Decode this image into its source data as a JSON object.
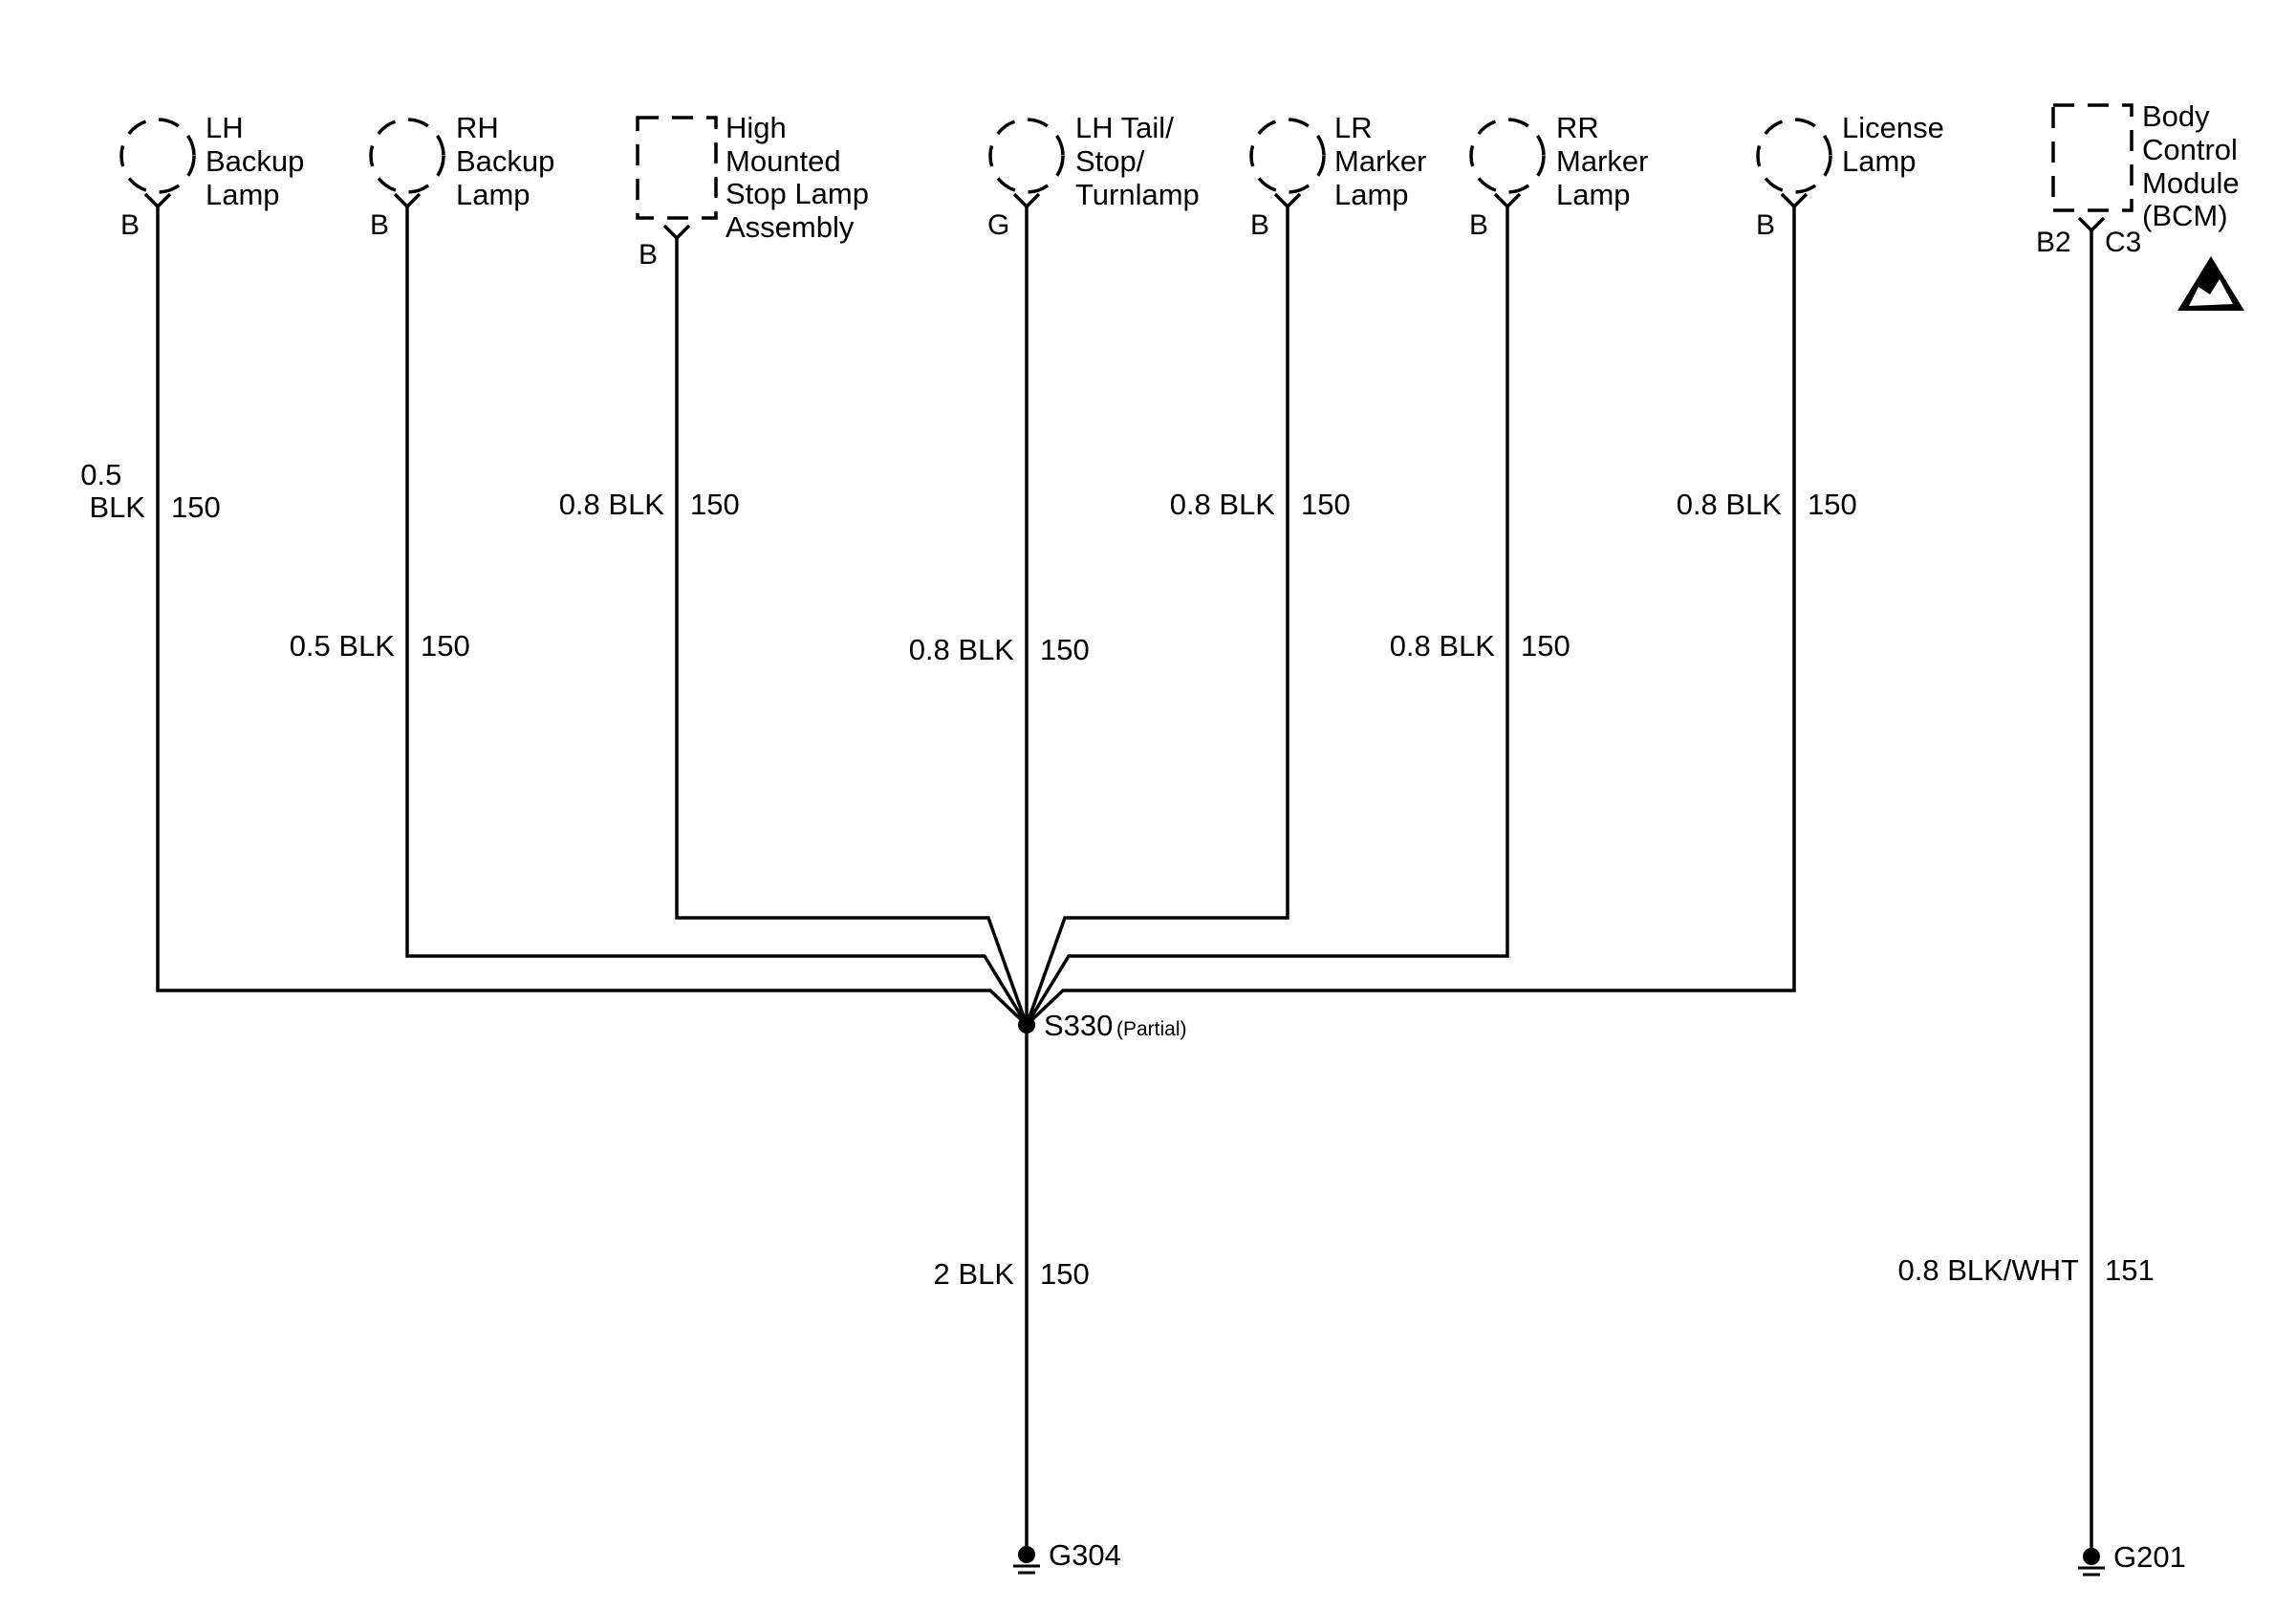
{
  "components": [
    {
      "id": "lh-backup",
      "lines": [
        "LH",
        "Backup",
        "Lamp"
      ],
      "pin": "B"
    },
    {
      "id": "rh-backup",
      "lines": [
        "RH",
        "Backup",
        "Lamp"
      ],
      "pin": "B"
    },
    {
      "id": "chmsl",
      "lines": [
        "High",
        "Mounted",
        "Stop Lamp",
        "Assembly"
      ],
      "pin": "B"
    },
    {
      "id": "lh-tail",
      "lines": [
        "LH Tail/",
        "Stop/",
        "Turnlamp"
      ],
      "pin": "G"
    },
    {
      "id": "lr-marker",
      "lines": [
        "LR",
        "Marker",
        "Lamp"
      ],
      "pin": "B"
    },
    {
      "id": "rr-marker",
      "lines": [
        "RR",
        "Marker",
        "Lamp"
      ],
      "pin": "B"
    },
    {
      "id": "license",
      "lines": [
        "License",
        "Lamp"
      ],
      "pin": "B"
    },
    {
      "id": "bcm",
      "lines": [
        "Body",
        "Control",
        "Module",
        "(BCM)"
      ],
      "pins": [
        "B2",
        "C3"
      ]
    }
  ],
  "wires": [
    {
      "id": "lh-backup",
      "color_lines": [
        "0.5",
        "BLK"
      ],
      "circuit": "150"
    },
    {
      "id": "rh-backup",
      "color": "0.5 BLK",
      "circuit": "150"
    },
    {
      "id": "chmsl",
      "color": "0.8 BLK",
      "circuit": "150"
    },
    {
      "id": "lh-tail",
      "color": "0.8 BLK",
      "circuit": "150"
    },
    {
      "id": "lr-marker",
      "color": "0.8 BLK",
      "circuit": "150"
    },
    {
      "id": "rr-marker",
      "color": "0.8 BLK",
      "circuit": "150"
    },
    {
      "id": "license",
      "color": "0.8 BLK",
      "circuit": "150"
    },
    {
      "id": "splice-ground",
      "color": "2 BLK",
      "circuit": "150"
    },
    {
      "id": "bcm-ground",
      "color": "0.8 BLK/WHT",
      "circuit": "151"
    }
  ],
  "splice": {
    "name": "S330",
    "note": "(Partial)"
  },
  "grounds": [
    {
      "id": "g304",
      "name": "G304"
    },
    {
      "id": "g201",
      "name": "G201"
    }
  ]
}
